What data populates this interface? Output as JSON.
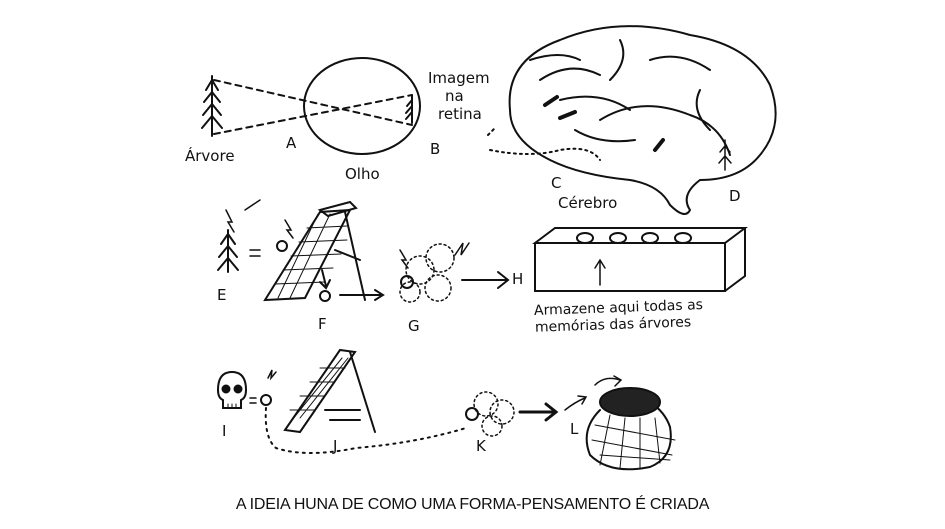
{
  "labels": {
    "arvore": "Árvore",
    "a": "A",
    "olho": "Olho",
    "imagem_line1": "Imagem",
    "imagem_line2": "na",
    "imagem_line3": "retina",
    "b": "B",
    "c": "C",
    "cerebro": "Cérebro",
    "d": "D",
    "e": "E",
    "f": "F",
    "g": "G",
    "h": "H",
    "store_line1": "Armazene aqui todas as",
    "store_line2": "memórias das árvores",
    "i": "I",
    "j": "J",
    "k": "K",
    "l": "L"
  },
  "caption": "A IDEIA HUNA DE COMO UMA FORMA-PENSAMENTO É CRIADA"
}
